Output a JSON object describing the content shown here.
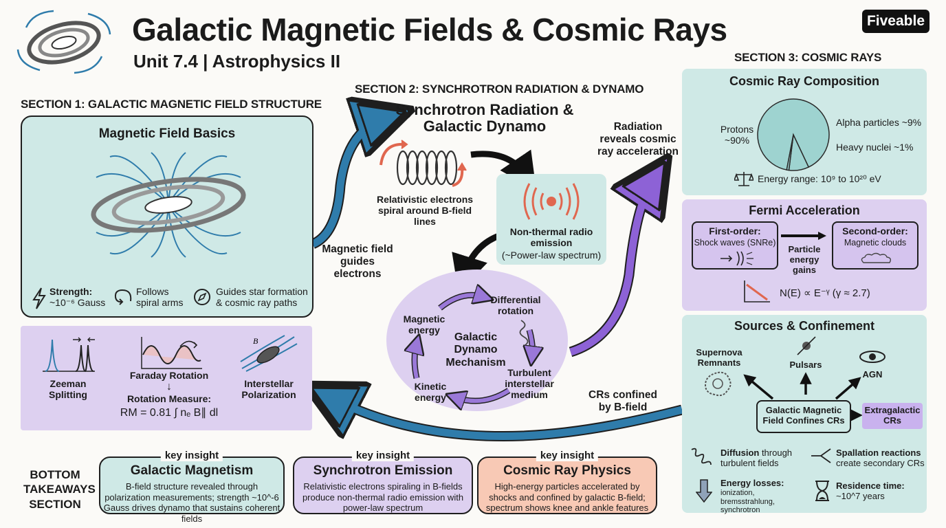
{
  "header": {
    "title": "Galactic Magnetic Fields & Cosmic Rays",
    "subtitle": "Unit 7.4 | Astrophysics II",
    "logo": "Fiveable"
  },
  "section1": {
    "heading": "SECTION 1: GALACTIC MAGNETIC FIELD STRUCTURE",
    "basics_title": "Magnetic Field Basics",
    "strength_label": "Strength:",
    "strength_value": "~10⁻⁶ Gauss",
    "follows": "Follows spiral arms",
    "guides": "Guides star formation & cosmic ray paths",
    "zeeman": "Zeeman Splitting",
    "faraday": "Faraday Rotation",
    "rotation_measure": "Rotation Measure:",
    "rm_formula": "RM = 0.81 ∫ nₑ B∥ dl",
    "polarization": "Interstellar Polarization",
    "b_symbol": "B"
  },
  "section2": {
    "heading": "SECTION 2: SYNCHROTRON RADIATION & DYNAMO",
    "title": "Synchrotron Radiation & Galactic Dynamo",
    "electrons": "Relativistic electrons spiral around B-field lines",
    "nonthermal": "Non-thermal radio emission",
    "powerlaw": "(~Power-law spectrum)",
    "dynamo": "Galactic Dynamo Mechanism",
    "diff_rotation": "Differential rotation",
    "turbulent": "Turbulent interstellar medium",
    "kinetic": "Kinetic energy",
    "magnetic_energy": "Magnetic energy",
    "guides_electrons": "Magnetic field guides electrons",
    "radiation_reveals": "Radiation reveals cosmic ray acceleration",
    "crs_confined": "CRs confined by B-field"
  },
  "section3": {
    "heading": "SECTION 3: COSMIC RAYS",
    "composition_title": "Cosmic Ray Composition",
    "protons": "Protons ~90%",
    "alpha": "Alpha particles ~9%",
    "heavy": "Heavy nuclei ~1%",
    "energy_range": "Energy range: 10⁹ to 10²⁰ eV",
    "fermi_title": "Fermi Acceleration",
    "first_order_label": "First-order:",
    "first_order_text": "Shock waves (SNRe)",
    "particle_gains": "Particle energy gains",
    "second_order_label": "Second-order:",
    "second_order_text": "Magnetic clouds",
    "spectrum_formula": "N(E) ∝ E⁻ᵞ (γ ≈ 2.7)",
    "sources_title": "Sources & Confinement",
    "supernova": "Supernova Remnants",
    "pulsars": "Pulsars",
    "agn": "AGN",
    "confines": "Galactic Magnetic Field Confines CRs",
    "extragalactic": "Extragalactic CRs",
    "diffusion_b": "Diffusion",
    "diffusion_rest": " through turbulent fields",
    "spallation_b": "Spallation reactions",
    "spallation_rest": "create secondary CRs",
    "losses_b": "Energy losses:",
    "losses_rest": "ionization, bremsstrahlung, synchrotron",
    "residence_b": "Residence time:",
    "residence_rest": "~10^7 years"
  },
  "bottom": {
    "label": "BOTTOM TAKEAWAYS SECTION",
    "key_insight": "key insight",
    "cards": [
      {
        "title": "Galactic Magnetism",
        "text": "B-field structure revealed through polarization measurements; strength ~10^-6 Gauss drives dynamo that sustains coherent fields"
      },
      {
        "title": "Synchrotron Emission",
        "text": "Relativistic electrons spiraling in B-fields produce non-thermal radio emission with power-law spectrum"
      },
      {
        "title": "Cosmic Ray Physics",
        "text": "High-energy particles accelerated by shocks and confined by galactic B-field; spectrum shows knee and ankle features"
      }
    ]
  },
  "colors": {
    "teal": "#cfe9e6",
    "purple": "#ddd0f0",
    "peach": "#f8c9b5",
    "blue_arrow": "#2f7cab",
    "purple_arrow": "#8d62d6",
    "red_accent": "#e0674f"
  },
  "chart_data": {
    "type": "pie",
    "categories": [
      "Protons",
      "Alpha particles",
      "Heavy nuclei"
    ],
    "values": [
      90,
      9,
      1
    ],
    "title": "Cosmic Ray Composition"
  }
}
